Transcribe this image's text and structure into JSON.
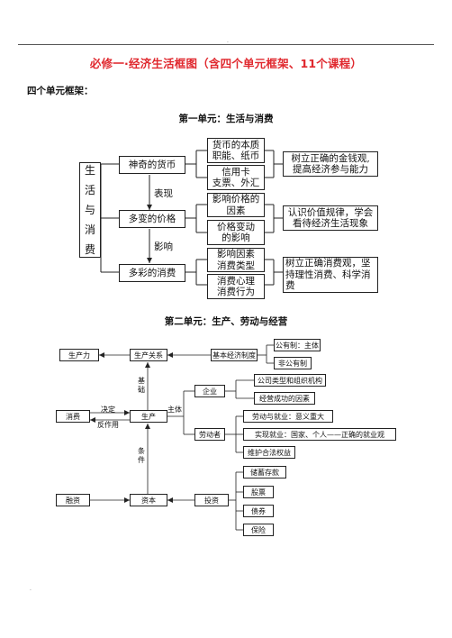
{
  "page": {
    "top_dot": ".",
    "title": "必修一·经济生活框图（含四个单元框架、11个课程）",
    "subheading": "四个单元框架：",
    "bottom_dot": "."
  },
  "unit1": {
    "heading": "第一单元：生活与消费",
    "root": [
      "生",
      "活",
      "与",
      "消",
      "费"
    ],
    "lessons": [
      "神奇的货币",
      "多变的价格",
      "多彩的消费"
    ],
    "topics": [
      [
        "货币的本质",
        "职能、纸币"
      ],
      [
        "信用卡",
        "支票、外汇"
      ],
      [
        "影响价格的",
        "因素"
      ],
      [
        "价格变动",
        "的影响"
      ],
      [
        "影响因素",
        "消费类型"
      ],
      [
        "消费心理",
        "消费行为"
      ]
    ],
    "goals": [
      [
        "树立正确的金钱观,",
        "提高经济参与能力"
      ],
      [
        "认识价值规律，学会",
        "看待经济生活现象"
      ],
      [
        "树立正确消费观，坚",
        "持理性消费、科学消",
        "费"
      ]
    ],
    "link_labels": [
      "表现",
      "影响"
    ]
  },
  "unit2": {
    "heading": "第二单元：生产、劳动与经营",
    "nodes": {
      "productivity": "生产力",
      "relations": "生产关系",
      "system": "基本经济制度",
      "public": "公有制：主体",
      "nonpublic": "非公有制",
      "consumption": "消费",
      "production": "生产",
      "enterprise": "企业",
      "company_types": "公司类型和组织机构",
      "success": "经营成功的因素",
      "laborer": "劳动者",
      "employment": "劳动与就业：意义重大",
      "realize": "实现就业：国家、个人——正确的就业观",
      "rights": "维护合法权益",
      "finance": "融资",
      "capital": "资本",
      "investment": "投资",
      "savings": "储蓄存款",
      "stocks": "股票",
      "bonds": "债券",
      "insurance": "保险"
    },
    "labels": {
      "decides": "决定",
      "reacts": "反作用",
      "main_body": "主体",
      "basis": [
        "基",
        "础"
      ],
      "condition": [
        "条",
        "件"
      ]
    }
  }
}
